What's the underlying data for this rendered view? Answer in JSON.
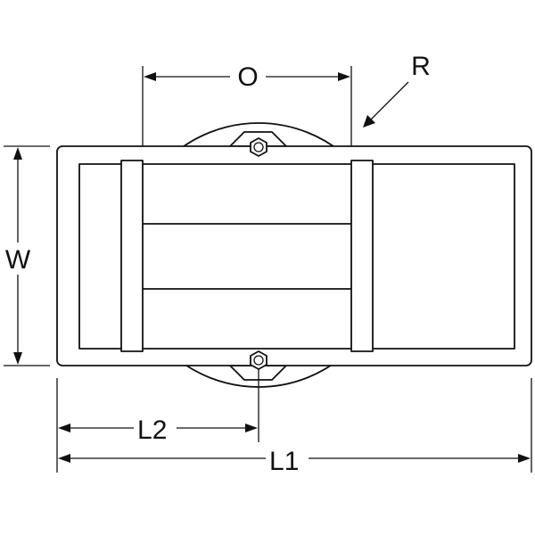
{
  "dimensions": {
    "o": "O",
    "r": "R",
    "w": "W",
    "l2_main": "L",
    "l2_sub": "2",
    "l1_main": "L",
    "l1_sub": "1"
  },
  "colors": {
    "line": "#111111",
    "background": "#ffffff"
  }
}
